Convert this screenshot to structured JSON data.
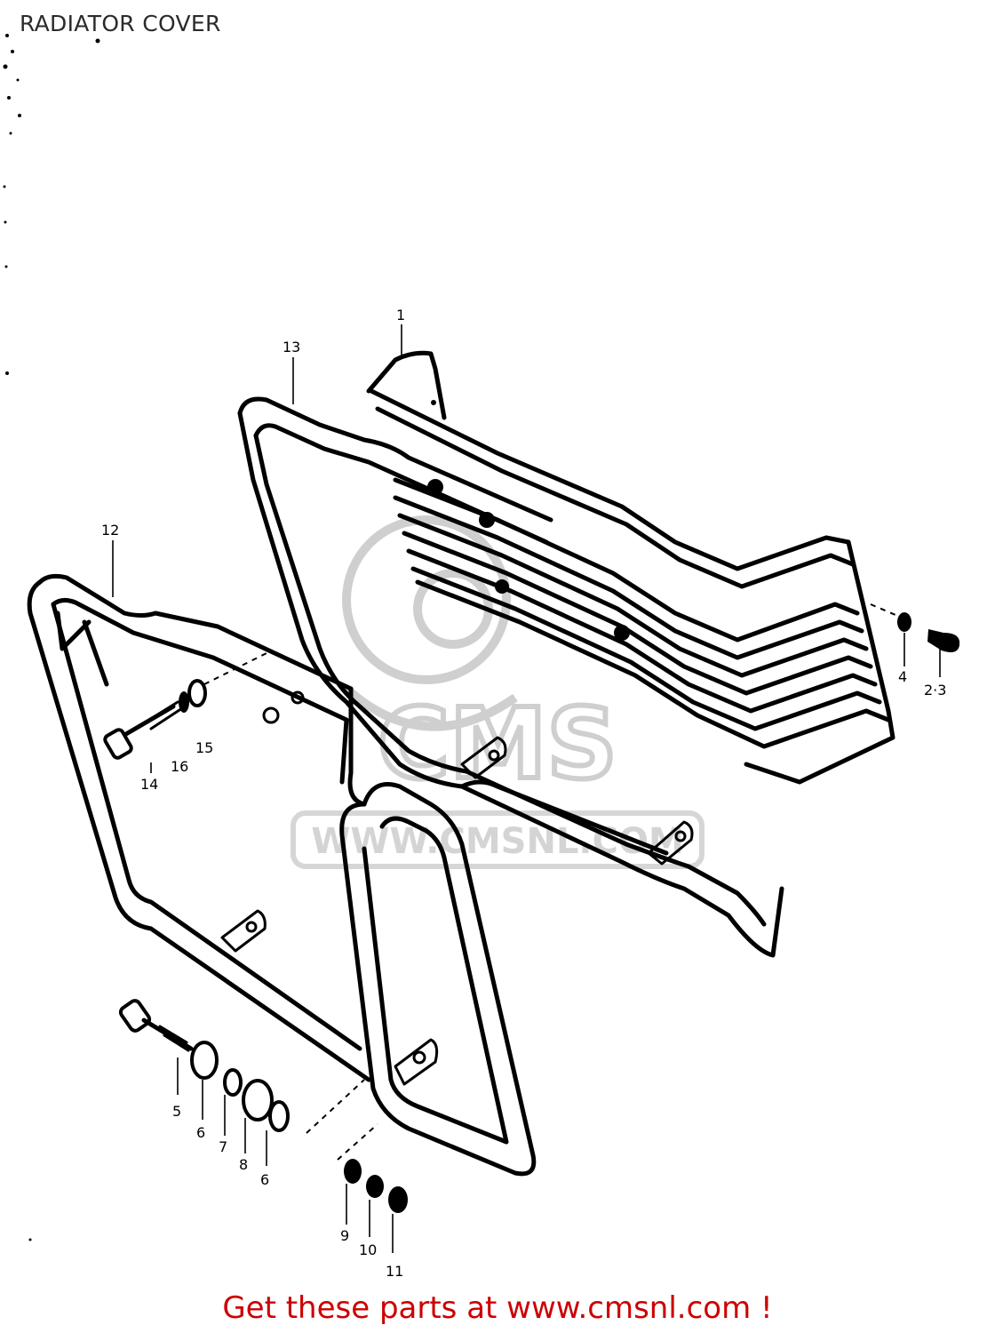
{
  "title": "RADIATOR COVER",
  "footer": "Get these parts at www.cmsnl.com !",
  "watermark": {
    "text": "CMS",
    "url": "WWW.CMSNL.COM"
  },
  "callouts": [
    {
      "id": "p1",
      "label": "1"
    },
    {
      "id": "p13",
      "label": "13"
    },
    {
      "id": "p12",
      "label": "12"
    },
    {
      "id": "p4",
      "label": "4"
    },
    {
      "id": "p23",
      "label": "2·3"
    },
    {
      "id": "p14",
      "label": "14"
    },
    {
      "id": "p16",
      "label": "16"
    },
    {
      "id": "p15",
      "label": "15"
    },
    {
      "id": "p5",
      "label": "5"
    },
    {
      "id": "p6a",
      "label": "6"
    },
    {
      "id": "p7",
      "label": "7"
    },
    {
      "id": "p8",
      "label": "8"
    },
    {
      "id": "p6b",
      "label": "6"
    },
    {
      "id": "p9",
      "label": "9"
    },
    {
      "id": "p10",
      "label": "10"
    },
    {
      "id": "p11",
      "label": "11"
    }
  ],
  "colors": {
    "footer": "#cc0000",
    "title": "#2b2b2b",
    "watermark": "#c8c8c8"
  }
}
